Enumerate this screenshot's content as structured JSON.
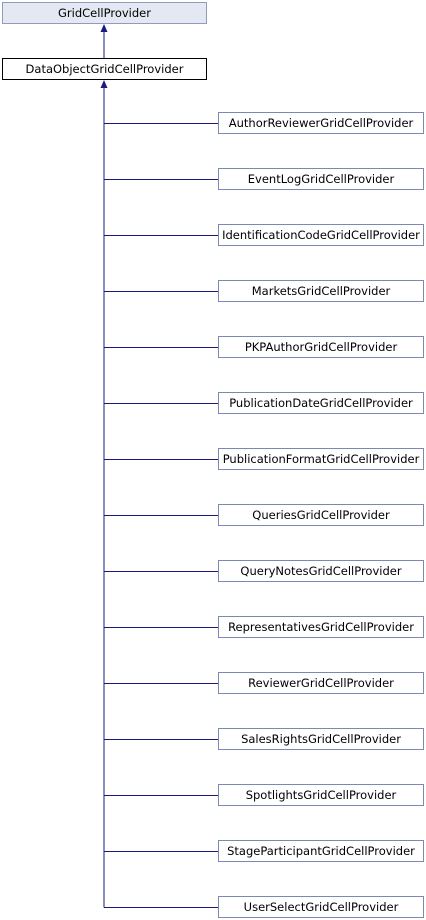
{
  "diagram": {
    "base_class": "GridCellProvider",
    "focus_class": "DataObjectGridCellProvider",
    "children": [
      "AuthorReviewerGridCellProvider",
      "EventLogGridCellProvider",
      "IdentificationCodeGridCellProvider",
      "MarketsGridCellProvider",
      "PKPAuthorGridCellProvider",
      "PublicationDateGridCellProvider",
      "PublicationFormatGridCellProvider",
      "QueriesGridCellProvider",
      "QueryNotesGridCellProvider",
      "RepresentativesGridCellProvider",
      "ReviewerGridCellProvider",
      "SalesRightsGridCellProvider",
      "SpotlightsGridCellProvider",
      "StageParticipantGridCellProvider",
      "UserSelectGridCellProvider"
    ],
    "colors": {
      "edge": "#1a1a7e",
      "node_border": "#7a89b0",
      "base_fill": "#e3e8f3",
      "focus_border": "#000000"
    }
  }
}
